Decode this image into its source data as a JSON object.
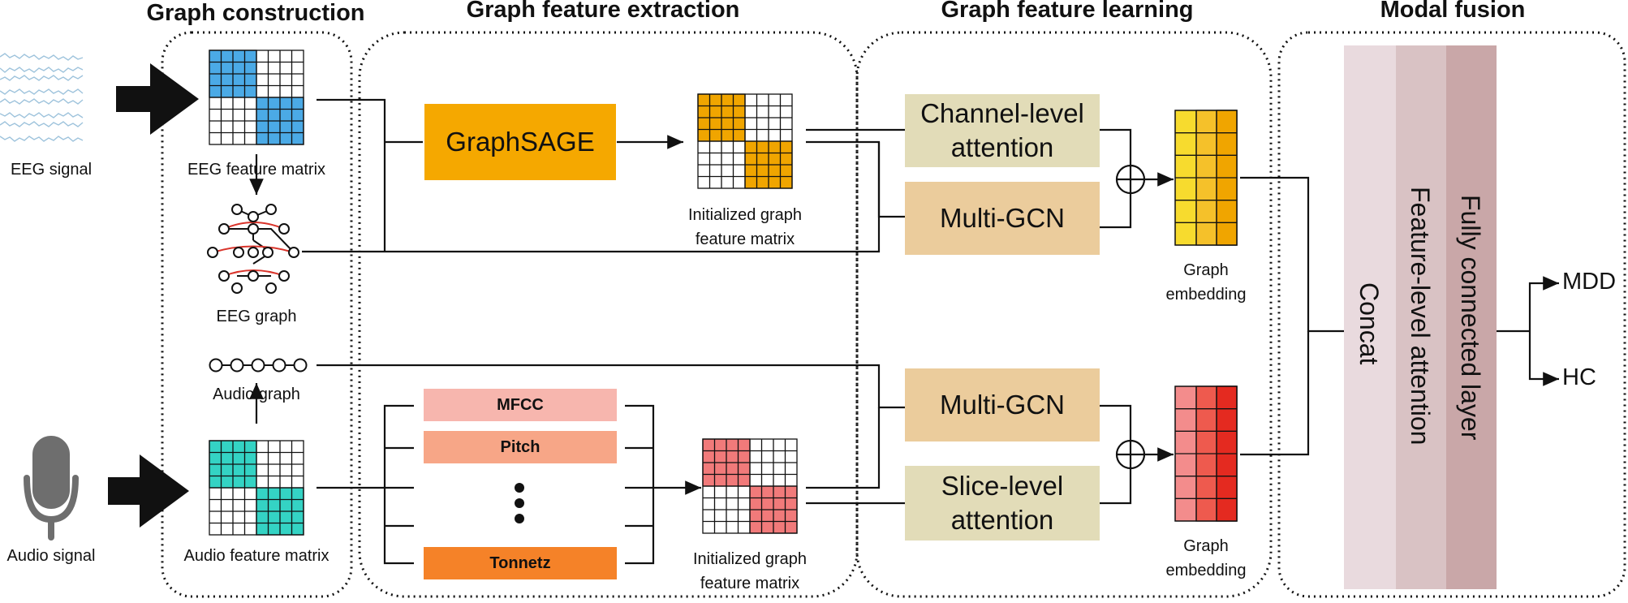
{
  "colors": {
    "graphsage": "#F5A800",
    "channel_box": "#E2DCB8",
    "gcn_box": "#EBCC9C",
    "blue": "#4BAAE6",
    "teal": "#34D3C4",
    "orange_cell": "#F0A500",
    "yellow_cell": "#F7DB2E",
    "red_cell": "#F17A7A",
    "concat": "#E9DADE",
    "feature_attention": "#D9C2C4",
    "fully_connected": "#C9A7A8"
  },
  "sections": {
    "construction": "Graph construction",
    "extraction": "Graph feature extraction",
    "learning": "Graph feature learning",
    "fusion": "Modal fusion"
  },
  "inputs": {
    "eeg_signal": "EEG signal",
    "audio_signal": "Audio signal"
  },
  "construction": {
    "eeg_matrix": "EEG feature matrix",
    "eeg_graph": "EEG graph",
    "audio_graph": "Audio graph",
    "audio_matrix": "Audio feature matrix"
  },
  "extraction": {
    "graphsage": "GraphSAGE",
    "init_matrix_line1": "Initialized graph",
    "init_matrix_line2": "feature matrix",
    "features": [
      "MFCC",
      "Pitch",
      "Tonnetz"
    ]
  },
  "learning": {
    "channel_attention_line1": "Channel-level",
    "channel_attention_line2": "attention",
    "multi_gcn": "Multi-GCN",
    "slice_attention_line1": "Slice-level",
    "slice_attention_line2": "attention",
    "graph_embedding_line1": "Graph",
    "graph_embedding_line2": "embedding"
  },
  "fusion": {
    "concat": "Concat",
    "feature_attention": "Feature-level attention",
    "fully_connected": "Fully connected layer"
  },
  "outputs": [
    "MDD",
    "HC"
  ]
}
